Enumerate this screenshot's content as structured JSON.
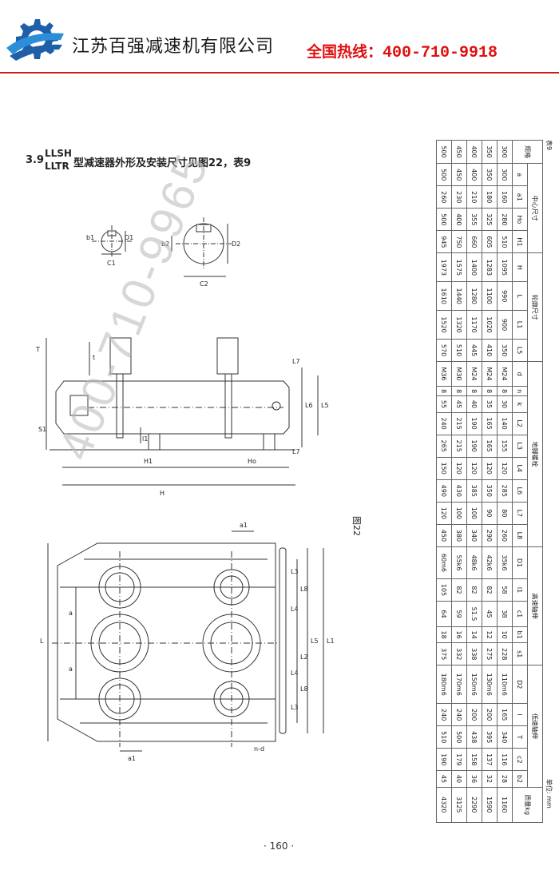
{
  "header": {
    "company": "江苏百强减速机有限公司",
    "hotline_label": "全国热线：",
    "hotline_number": "400-710-9918",
    "accent_color": "#e01010",
    "logo_icon": "gear-logo-icon"
  },
  "section": {
    "number": "3.9",
    "model1": "LLSH",
    "model2": "LLTR",
    "description": "型减速器外形及安装尺寸见图22，表9"
  },
  "figure_label": "图22",
  "page_number": "· 160 ·",
  "watermark": "400-710-9965",
  "drawing_labels": {
    "b1": "b1",
    "D1": "D1",
    "C1": "C1",
    "b2": "b2",
    "D2": "D2",
    "C2": "C2",
    "T": "T",
    "t": "t",
    "S1": "S1",
    "H1": "H1",
    "H": "H",
    "Ho": "Ho",
    "l1": "l1",
    "L5": "L5",
    "L6": "L6",
    "L7": "L7",
    "L": "L",
    "L1": "L1",
    "L2": "L2",
    "L3": "L3",
    "L4": "L4",
    "L8": "L8",
    "a": "a",
    "a1": "a1",
    "nd": "n-d"
  },
  "table": {
    "table_no": "表9",
    "unit": "单位: mm",
    "group_headers": {
      "spec": "规格",
      "center": "中心尺寸",
      "outline": "轮廓尺寸",
      "anchor": "地脚螺栓",
      "hs_shaft": "高速轴伸",
      "ls_shaft": "低速轴伸",
      "mass": "质量kg"
    },
    "columns": [
      "a",
      "a1",
      "Ho",
      "H1",
      "H",
      "L",
      "L1",
      "L5",
      "d",
      "n",
      "k",
      "L2",
      "L3",
      "L4",
      "L6",
      "L7",
      "L8",
      "D1",
      "l1",
      "c1",
      "b1",
      "s1",
      "D2",
      "l",
      "T",
      "c2",
      "b2"
    ],
    "rows": [
      {
        "spec": "300",
        "a": "300",
        "a1": "160",
        "Ho": "280",
        "H1": "510",
        "H": "1095",
        "L": "990",
        "L1": "900",
        "L5": "350",
        "d": "M24",
        "n": "8",
        "k": "30",
        "L2": "140",
        "L3": "155",
        "L4": "120",
        "L6": "285",
        "L7": "80",
        "L8": "260",
        "D1": "35k6",
        "l1": "58",
        "c1": "38",
        "b1": "10",
        "s1": "228",
        "D2": "110m6",
        "l": "165",
        "T": "340",
        "c2": "116",
        "b2": "28",
        "mass": "1160"
      },
      {
        "spec": "350",
        "a": "350",
        "a1": "180",
        "Ho": "325",
        "H1": "605",
        "H": "1283",
        "L": "1100",
        "L1": "1020",
        "L5": "410",
        "d": "M24",
        "n": "8",
        "k": "35",
        "L2": "165",
        "L3": "165",
        "L4": "120",
        "L6": "350",
        "L7": "90",
        "L8": "290",
        "D1": "42k6",
        "l1": "82",
        "c1": "45",
        "b1": "12",
        "s1": "275",
        "D2": "130m6",
        "l": "200",
        "T": "395",
        "c2": "137",
        "b2": "32",
        "mass": "1590"
      },
      {
        "spec": "400",
        "a": "400",
        "a1": "210",
        "Ho": "355",
        "H1": "660",
        "H": "1400",
        "L": "1280",
        "L1": "1170",
        "L5": "445",
        "d": "M24",
        "n": "8",
        "k": "40",
        "L2": "190",
        "L3": "190",
        "L4": "120",
        "L6": "385",
        "L7": "100",
        "L8": "340",
        "D1": "48k6",
        "l1": "82",
        "c1": "51.5",
        "b1": "14",
        "s1": "338",
        "D2": "150m6",
        "l": "200",
        "T": "438",
        "c2": "158",
        "b2": "36",
        "mass": "2290"
      },
      {
        "spec": "450",
        "a": "450",
        "a1": "230",
        "Ho": "400",
        "H1": "750",
        "H": "1575",
        "L": "1440",
        "L1": "1320",
        "L5": "510",
        "d": "M30",
        "n": "8",
        "k": "45",
        "L2": "215",
        "L3": "215",
        "L4": "120",
        "L6": "430",
        "L7": "100",
        "L8": "380",
        "D1": "55k6",
        "l1": "82",
        "c1": "59",
        "b1": "16",
        "s1": "332",
        "D2": "170m6",
        "l": "240",
        "T": "500",
        "c2": "179",
        "b2": "40",
        "mass": "3125"
      },
      {
        "spec": "500",
        "a": "500",
        "a1": "260",
        "Ho": "500",
        "H1": "945",
        "H": "1973",
        "L": "1610",
        "L1": "1520",
        "L5": "570",
        "d": "M36",
        "n": "8",
        "k": "55",
        "L2": "240",
        "L3": "265",
        "L4": "150",
        "L6": "490",
        "L7": "120",
        "L8": "450",
        "D1": "60m6",
        "l1": "105",
        "c1": "64",
        "b1": "18",
        "s1": "375",
        "D2": "180m6",
        "l": "240",
        "T": "510",
        "c2": "190",
        "b2": "45",
        "mass": "4320"
      }
    ]
  }
}
